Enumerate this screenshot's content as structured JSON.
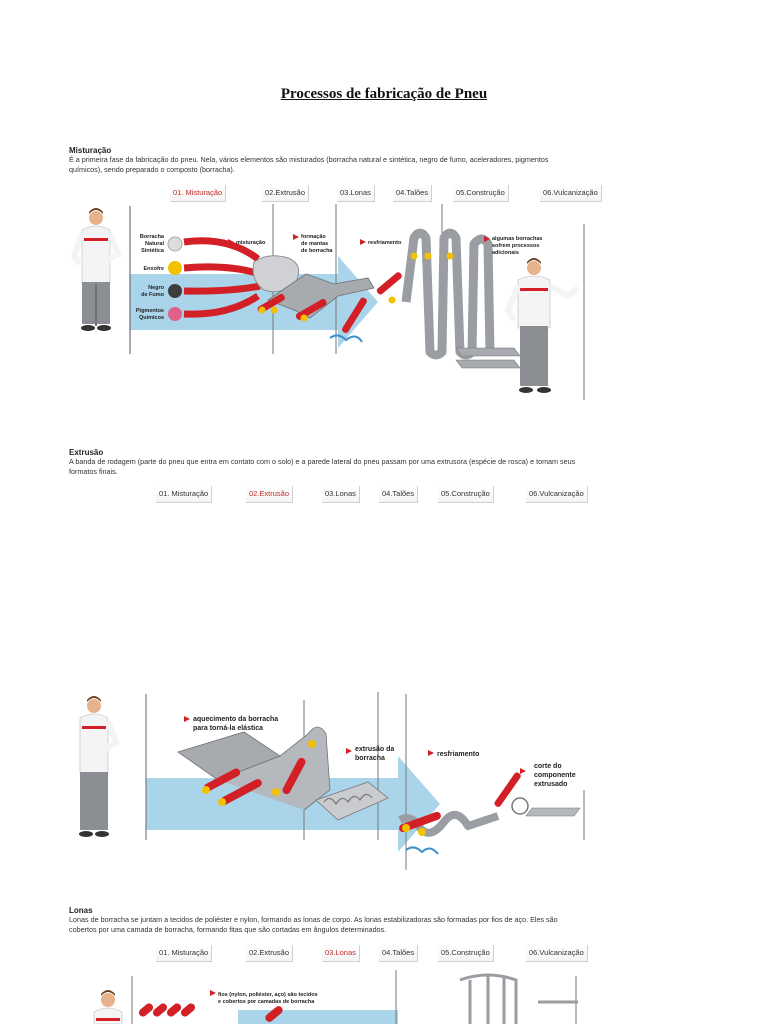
{
  "title": "Processos de fabricação de Pneu",
  "tabs": [
    "01. Misturação",
    "02.Extrusão",
    "03.Lonas",
    "04.Talões",
    "05.Construção",
    "06.Vulcanização"
  ],
  "colors": {
    "accent_red": "#d32027",
    "arrow_blue": "#a9d4ea",
    "metal": "#9a9da1",
    "roller_yellow": "#f2c200"
  },
  "sections": [
    {
      "heading": "Misturação",
      "text": "É a primeira fase da fabricação do pneu. Nela, vários elementos são misturados (borracha natural e sintética, negro de fumo, aceleradores, pigmentos químicos), sendo preparado o composto (borracha).",
      "active_tab": 0,
      "labels": {
        "borracha_1": "Borracha",
        "borracha_2": "Natural",
        "borracha_3": "Sintética",
        "enxofre": "Enxofre",
        "negro_1": "Negro",
        "negro_2": "de Fumo",
        "pigmentos_1": "Pigmentos",
        "pigmentos_2": "Químicos",
        "mistura": "misturação",
        "formacao_1": "formação",
        "formacao_2": "de mantas",
        "formacao_3": "de borracha",
        "resfriamento": "resfriamento",
        "algumas_1": "algumas borrachas",
        "algumas_2": "sofrem processos",
        "algumas_3": "adicionais"
      }
    },
    {
      "heading": "Extrusão",
      "text": "A banda de rodagem (parte do pneu que entra em contato com o solo) e a parede lateral do pneu passam por uma extrusora (espécie de rosca) e tomam seus formatos finais.",
      "active_tab": 1,
      "labels": {
        "aquecimento_1": "aquecimento da borracha",
        "aquecimento_2": "para torná-la elástica",
        "extrusao_1": "extrusão da",
        "extrusao_2": "borracha",
        "resfriamento": "resfriamento",
        "corte_1": "corte do",
        "corte_2": "componente",
        "corte_3": "extrusado"
      }
    },
    {
      "heading": "Lonas",
      "text": "Lonas de borracha se juntam a tecidos de poliéster e nylon, formando as lonas de corpo. As lonas estabilizadoras são formadas por fios de aço. Eles são cobertos por uma camada de borracha, formando fitas que são cortadas em ângulos determinados.",
      "active_tab": 2,
      "labels": {
        "fios_1": "fios (nylon, poliéster, aço) são tecidos",
        "fios_2": "e cobertos por camadas de borracha"
      }
    }
  ]
}
